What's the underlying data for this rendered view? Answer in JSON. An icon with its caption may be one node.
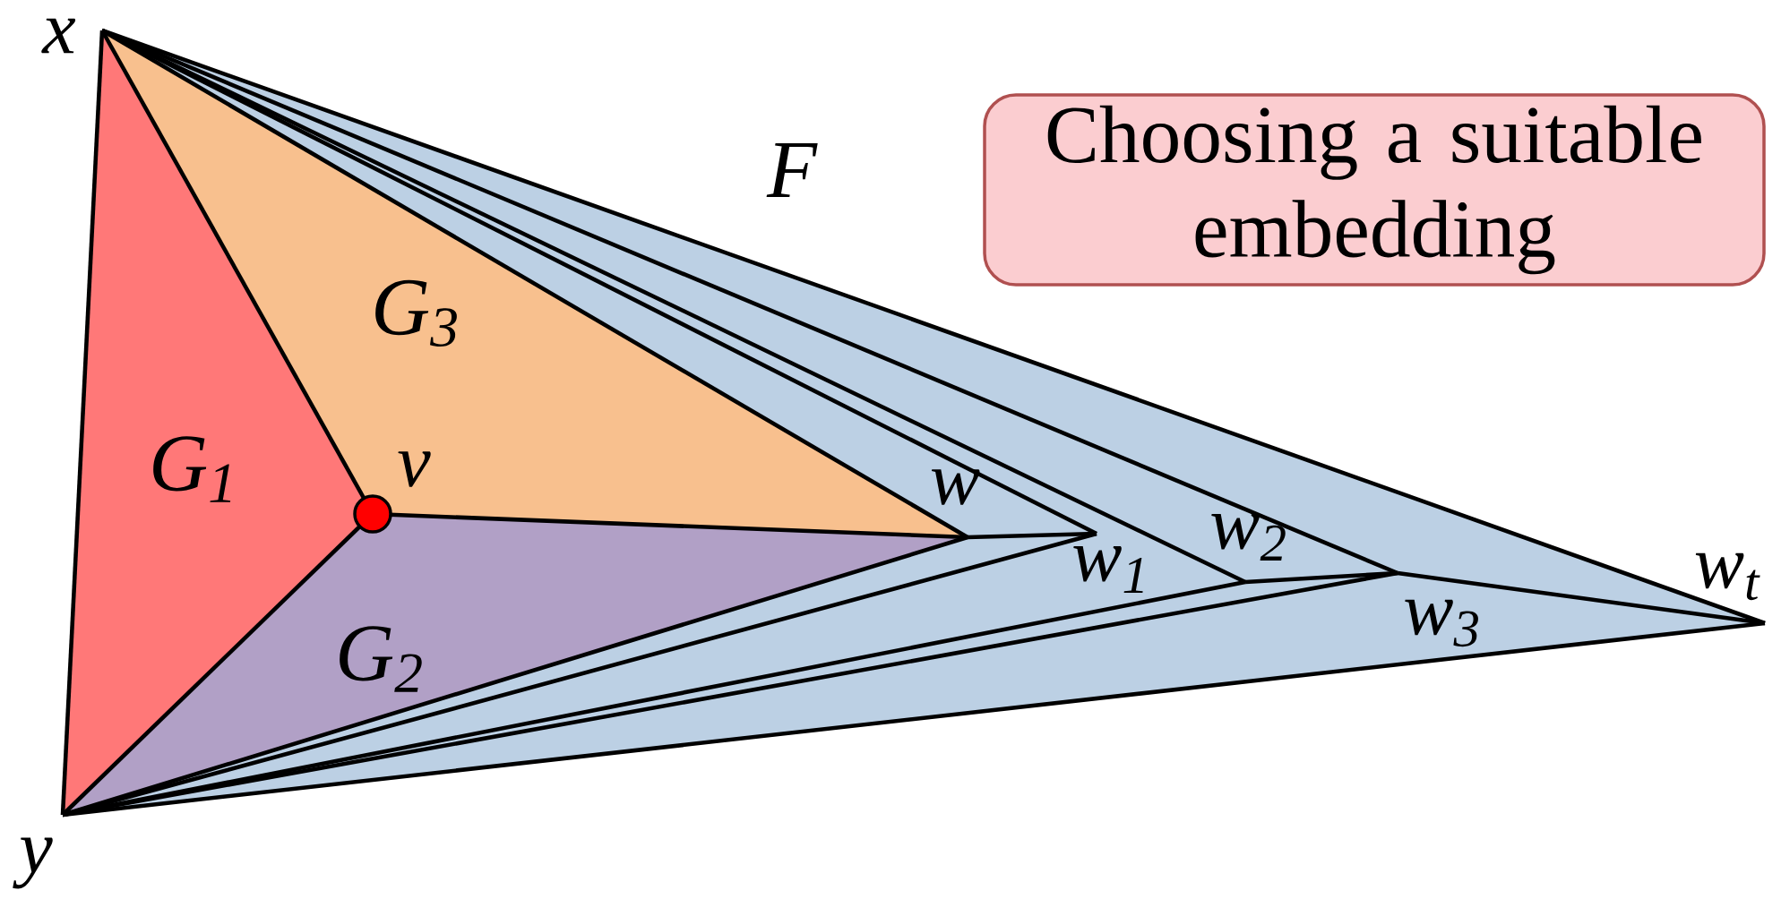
{
  "diagram": {
    "nodes": [
      {
        "text": [
          "Choosing a suitable embedding"
        ]
      }
    ],
    "edges": [],
    "labels": [
      "x",
      "F",
      "G$_{3}$",
      "G$_{1}$",
      "v",
      "w",
      "w$_{2}$",
      "w$_{1}$",
      "w$_{t}$",
      "w$_{3}$",
      "G$_{2}$",
      "y"
    ]
  }
}
